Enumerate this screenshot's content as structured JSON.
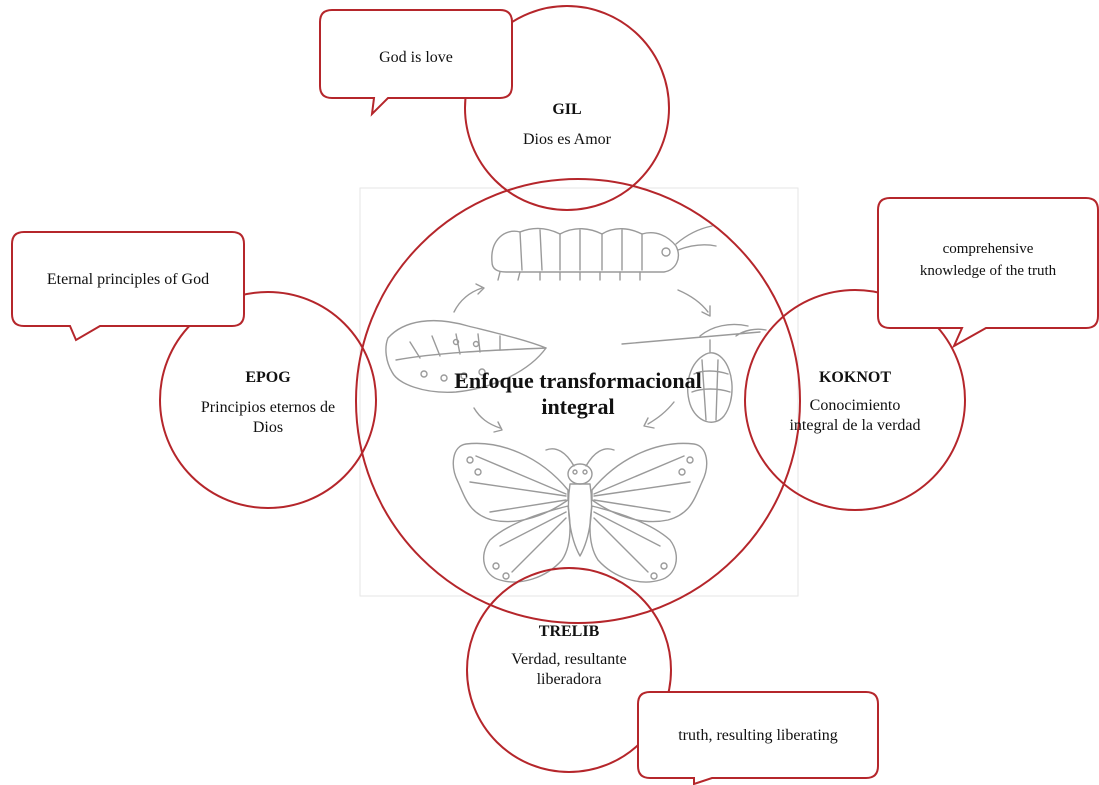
{
  "center": {
    "title_line1": "Enfoque transformacional",
    "title_line2": "integral"
  },
  "nodes": {
    "gil": {
      "code": "GIL",
      "es": "Dios es Amor",
      "en": "God is love"
    },
    "epog": {
      "code": "EPOG",
      "es_line1": "Principios eternos de",
      "es_line2": "Dios",
      "en": "Eternal principles of God"
    },
    "koknot": {
      "code": "KOKNOT",
      "es_line1": "Conocimiento",
      "es_line2": "integral de la verdad",
      "en_line1": "comprehensive",
      "en_line2": "knowledge of the truth"
    },
    "trelib": {
      "code": "TRELIB",
      "es_line1": "Verdad, resultante",
      "es_line2": "liberadora",
      "en": "truth, resulting liberating"
    }
  },
  "colors": {
    "accent": "#b5262b",
    "line_art": "#9a9a9a"
  },
  "icons": [
    "caterpillar-icon",
    "chrysalis-icon",
    "butterfly-icon",
    "leaf-with-eggs-icon",
    "cycle-arrow-icon"
  ]
}
